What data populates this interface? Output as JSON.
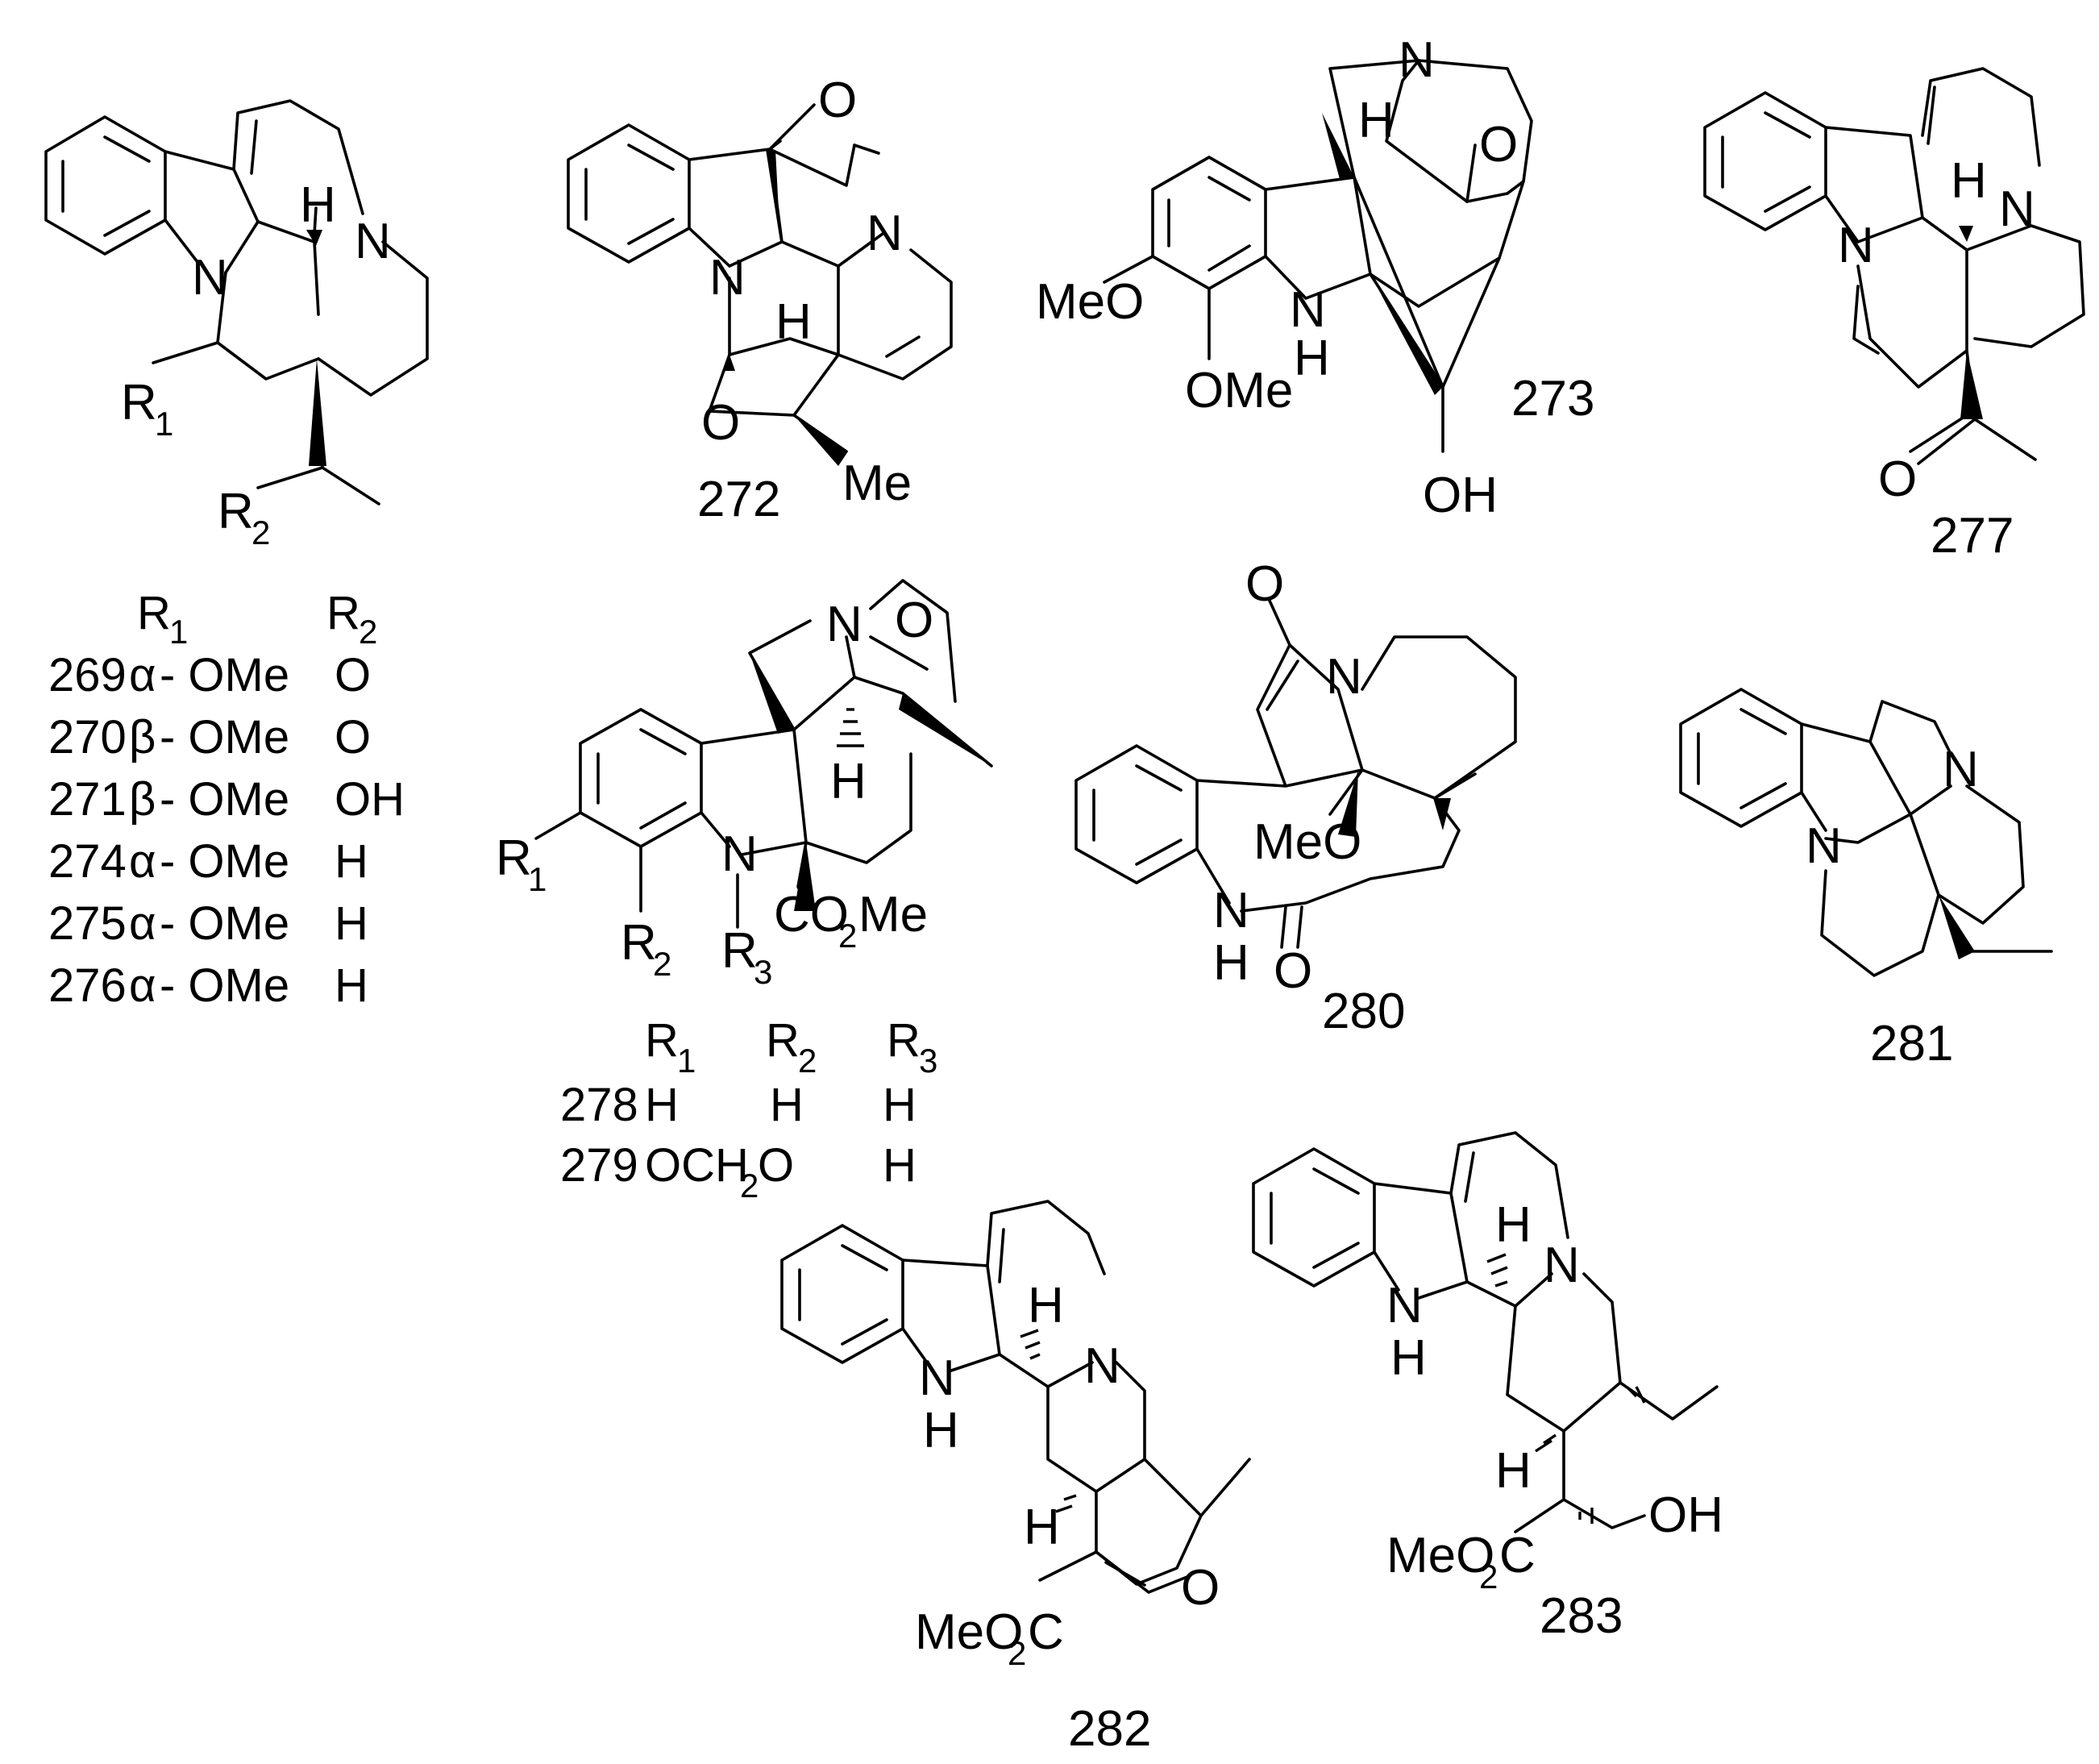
{
  "compound_labels": {
    "c272": "272",
    "c273": "273",
    "c277": "277",
    "c280": "280",
    "c281": "281",
    "c282": "282",
    "c283": "283"
  },
  "atom_labels": {
    "N": "N",
    "O": "O",
    "H": "H",
    "NH_N": "N",
    "NH_H": "H",
    "Me": "Me",
    "MeO": "MeO",
    "OMe": "OMe",
    "OH": "OH",
    "CO2Me_a": "CO",
    "CO2Me_b": "2",
    "CO2Me_c": "Me",
    "MeO2C_a": "MeO",
    "MeO2C_b": "2",
    "MeO2C_c": "C",
    "R": "R",
    "sub1": "1",
    "sub2": "2",
    "sub3": "3"
  },
  "table_269_276": {
    "header_r1": "R",
    "header_r1_sub": "1",
    "header_r2": "R",
    "header_r2_sub": "2",
    "rows": [
      {
        "id": "269",
        "config": "α",
        "r1": "- OMe",
        "r2": "O"
      },
      {
        "id": "270",
        "config": "β",
        "r1": "- OMe",
        "r2": "O"
      },
      {
        "id": "271",
        "config": "β",
        "r1": "- OMe",
        "r2": "OH"
      },
      {
        "id": "274",
        "config": "α",
        "r1": "- OMe",
        "r2": "H"
      },
      {
        "id": "275",
        "config": "α",
        "r1": "- OMe",
        "r2": "H"
      },
      {
        "id": "276",
        "config": "α",
        "r1": "- OMe",
        "r2": "H"
      }
    ]
  },
  "table_278_279": {
    "headers": [
      {
        "text": "R",
        "sub": "1"
      },
      {
        "text": "R",
        "sub": "2"
      },
      {
        "text": "R",
        "sub": "3"
      }
    ],
    "row1": {
      "id": "278",
      "r1": "H",
      "r2": "H",
      "r3": "H"
    },
    "row2": {
      "id": "279",
      "r1_a": "OCH",
      "r1_sub": "2",
      "r1_b": "O",
      "r3": "H"
    }
  }
}
